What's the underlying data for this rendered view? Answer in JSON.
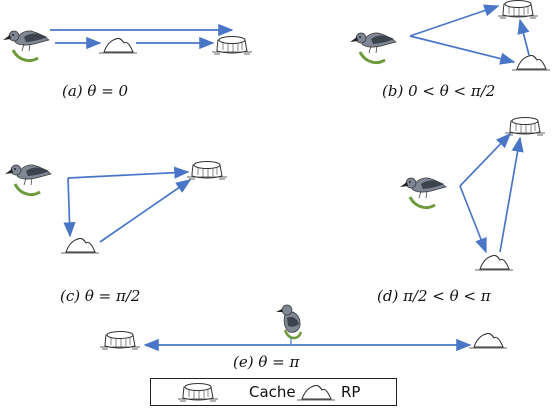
{
  "captions": {
    "a": "(a)  θ = 0",
    "b": "(b)  0 < θ < π/2",
    "c": "(c)  θ = π/2",
    "d": "(d)  π/2 < θ < π",
    "e": "(e)  θ = π"
  },
  "legend": {
    "cache_label": "Cache",
    "rp_label": "RP"
  },
  "colors": {
    "arrow": "#4a76c8",
    "bird_body": "#7f8794",
    "bird_wing": "#3d434d",
    "grass": "#6d9a3a",
    "outline": "#333333"
  }
}
